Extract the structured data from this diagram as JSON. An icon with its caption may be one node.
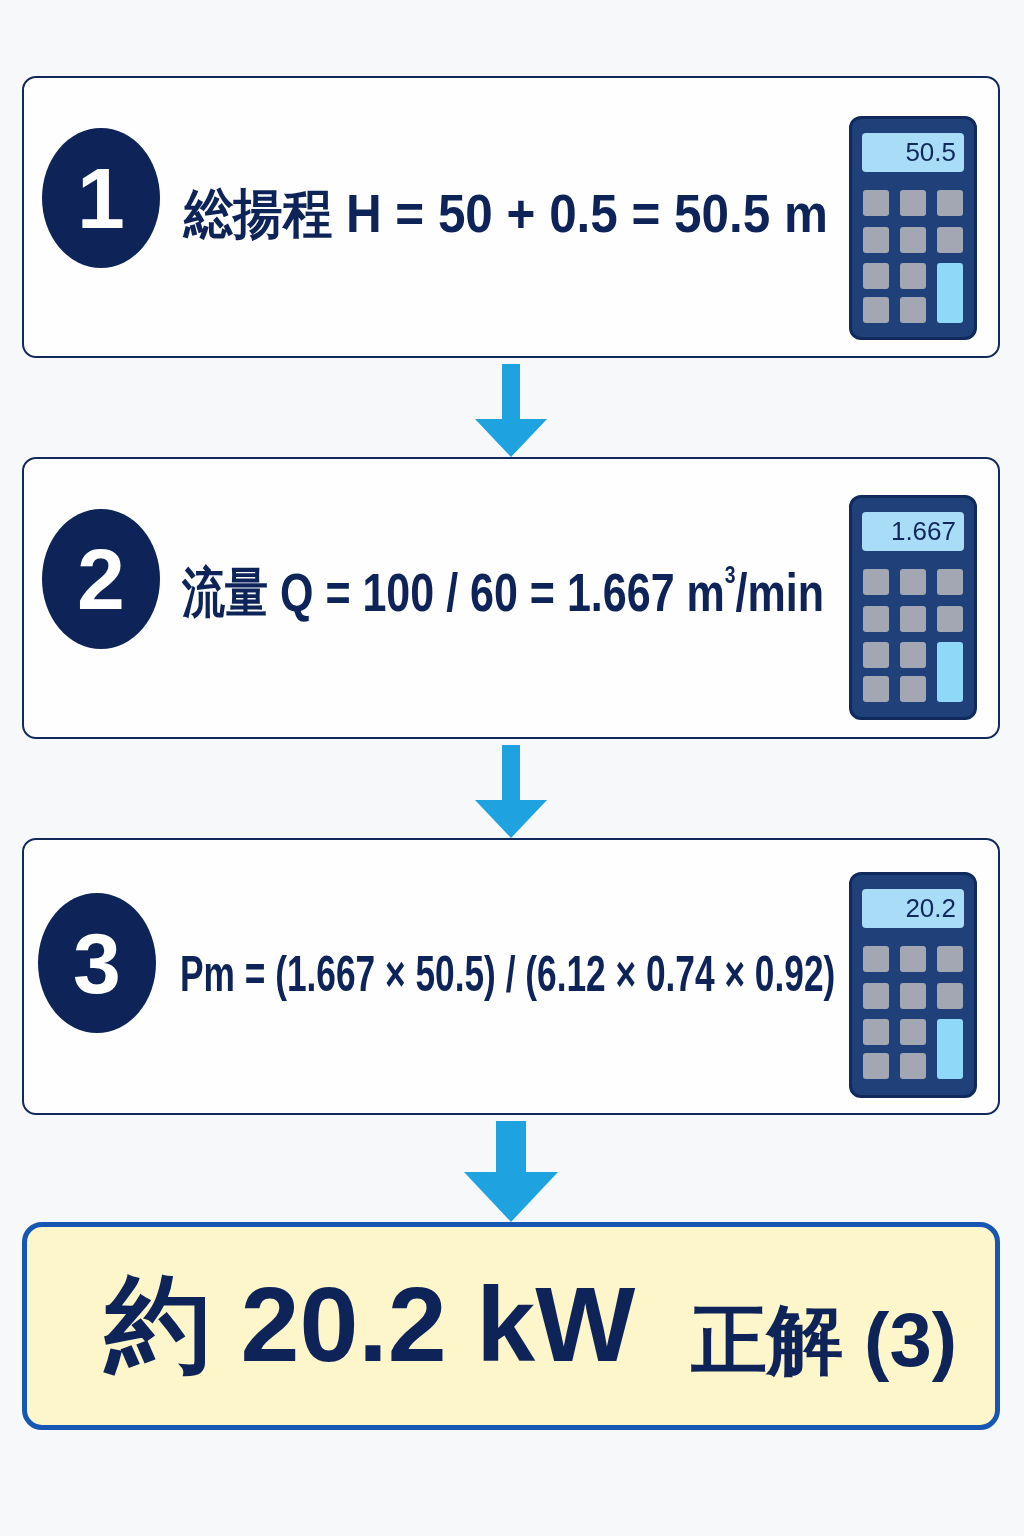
{
  "diagram": {
    "nodes": [
      {
        "text": [
          "総揚程 H = 50 + 0.5 = 50.5 m"
        ]
      },
      {
        "text": [
          "1"
        ],
        "in": 0
      },
      {
        "text": [
          "50.5"
        ],
        "in": 0
      },
      {
        "text": [
          "流量 Q = 100 / 60 = 1.667 m$^{3}$/min"
        ]
      },
      {
        "text": [
          "2"
        ],
        "in": 3
      },
      {
        "text": [
          "1.667"
        ],
        "in": 3
      },
      {
        "text": [
          "Pm = (1.667 × 50.5) / (6.12 × 0.74 × 0.92)"
        ]
      },
      {
        "text": [
          "3"
        ],
        "in": 6
      },
      {
        "text": [
          "20.2"
        ],
        "in": 6
      },
      {
        "text": [
          "約 20.2 kW",
          "正解 (3)"
        ]
      }
    ],
    "edges": [
      {
        "from": 0,
        "to": 3,
        "arrow": "to"
      },
      {
        "from": 3,
        "to": 6,
        "arrow": "to"
      },
      {
        "from": 6,
        "to": 9,
        "arrow": "to"
      }
    ]
  }
}
